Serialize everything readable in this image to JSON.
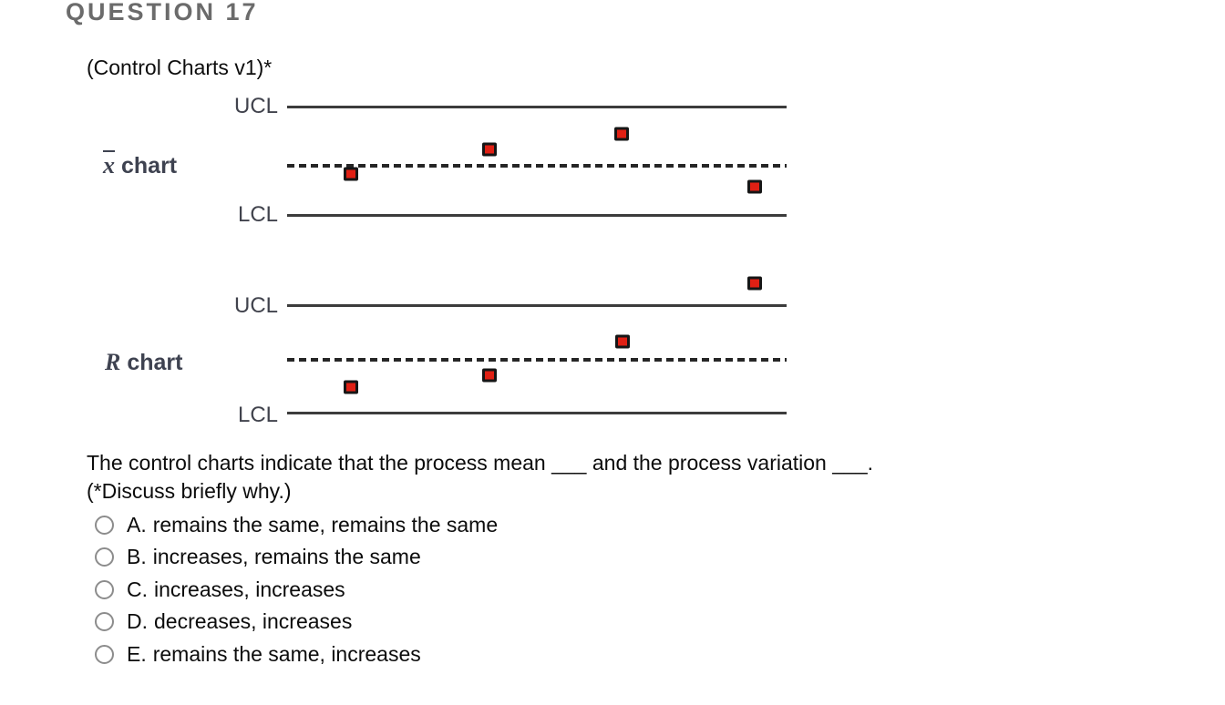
{
  "page": {
    "background": "#ffffff",
    "text_color": "#111111"
  },
  "header": {
    "title": "QUESTION 17",
    "color": "#6b6b6b"
  },
  "question": {
    "intro": "(Control Charts v1)*",
    "prompt_line1": "The control charts indicate that the process mean ___ and the process variation ___.",
    "prompt_line2": "(*Discuss briefly why.)",
    "options": [
      {
        "letter": "A.",
        "text": "remains the same, remains the same",
        "selected": false
      },
      {
        "letter": "B.",
        "text": "increases, remains the same",
        "selected": false
      },
      {
        "letter": "C.",
        "text": "increases, increases",
        "selected": false
      },
      {
        "letter": "D.",
        "text": "decreases, increases",
        "selected": false
      },
      {
        "letter": "E.",
        "text": "remains the same, increases",
        "selected": false
      }
    ]
  },
  "chart_data": [
    {
      "type": "scatter",
      "name": "x-bar control chart",
      "label": {
        "symbol": "x",
        "overbar": true,
        "suffix": "chart"
      },
      "ucl_label": "UCL",
      "lcl_label": "LCL",
      "y_scale": "fraction between control limits: 0 = LCL, 1 = UCL",
      "line_color": "#3c3c3c",
      "dash_color": "#262626",
      "lines": [
        {
          "name": "ucl",
          "style": "solid",
          "y": 1
        },
        {
          "name": "center",
          "style": "dashed",
          "y": 0.462
        },
        {
          "name": "lcl",
          "style": "solid",
          "y": 0
        }
      ],
      "points": [
        {
          "x": 0.128,
          "y": 0.39
        },
        {
          "x": 0.405,
          "y": 0.61
        },
        {
          "x": 0.67,
          "y": 0.76
        },
        {
          "x": 0.936,
          "y": 0.27
        }
      ],
      "marker": {
        "shape": "square",
        "fill": "#e02014",
        "stroke": "#161616"
      }
    },
    {
      "type": "scatter",
      "name": "R control chart",
      "label": {
        "symbol": "R",
        "overbar": false,
        "suffix": "chart"
      },
      "ucl_label": "UCL",
      "lcl_label": "LCL",
      "y_scale": "fraction between control limits: 0 = LCL, 1 = UCL",
      "line_color": "#3c3c3c",
      "dash_color": "#262626",
      "lines": [
        {
          "name": "ucl",
          "style": "solid",
          "y": 1
        },
        {
          "name": "center",
          "style": "dashed",
          "y": 0.5
        },
        {
          "name": "lcl",
          "style": "solid",
          "y": 0
        }
      ],
      "points": [
        {
          "x": 0.128,
          "y": 0.246
        },
        {
          "x": 0.405,
          "y": 0.356
        },
        {
          "x": 0.671,
          "y": 0.669
        },
        {
          "x": 0.936,
          "y": 1.212
        }
      ],
      "marker": {
        "shape": "square",
        "fill": "#e02014",
        "stroke": "#161616"
      }
    }
  ]
}
